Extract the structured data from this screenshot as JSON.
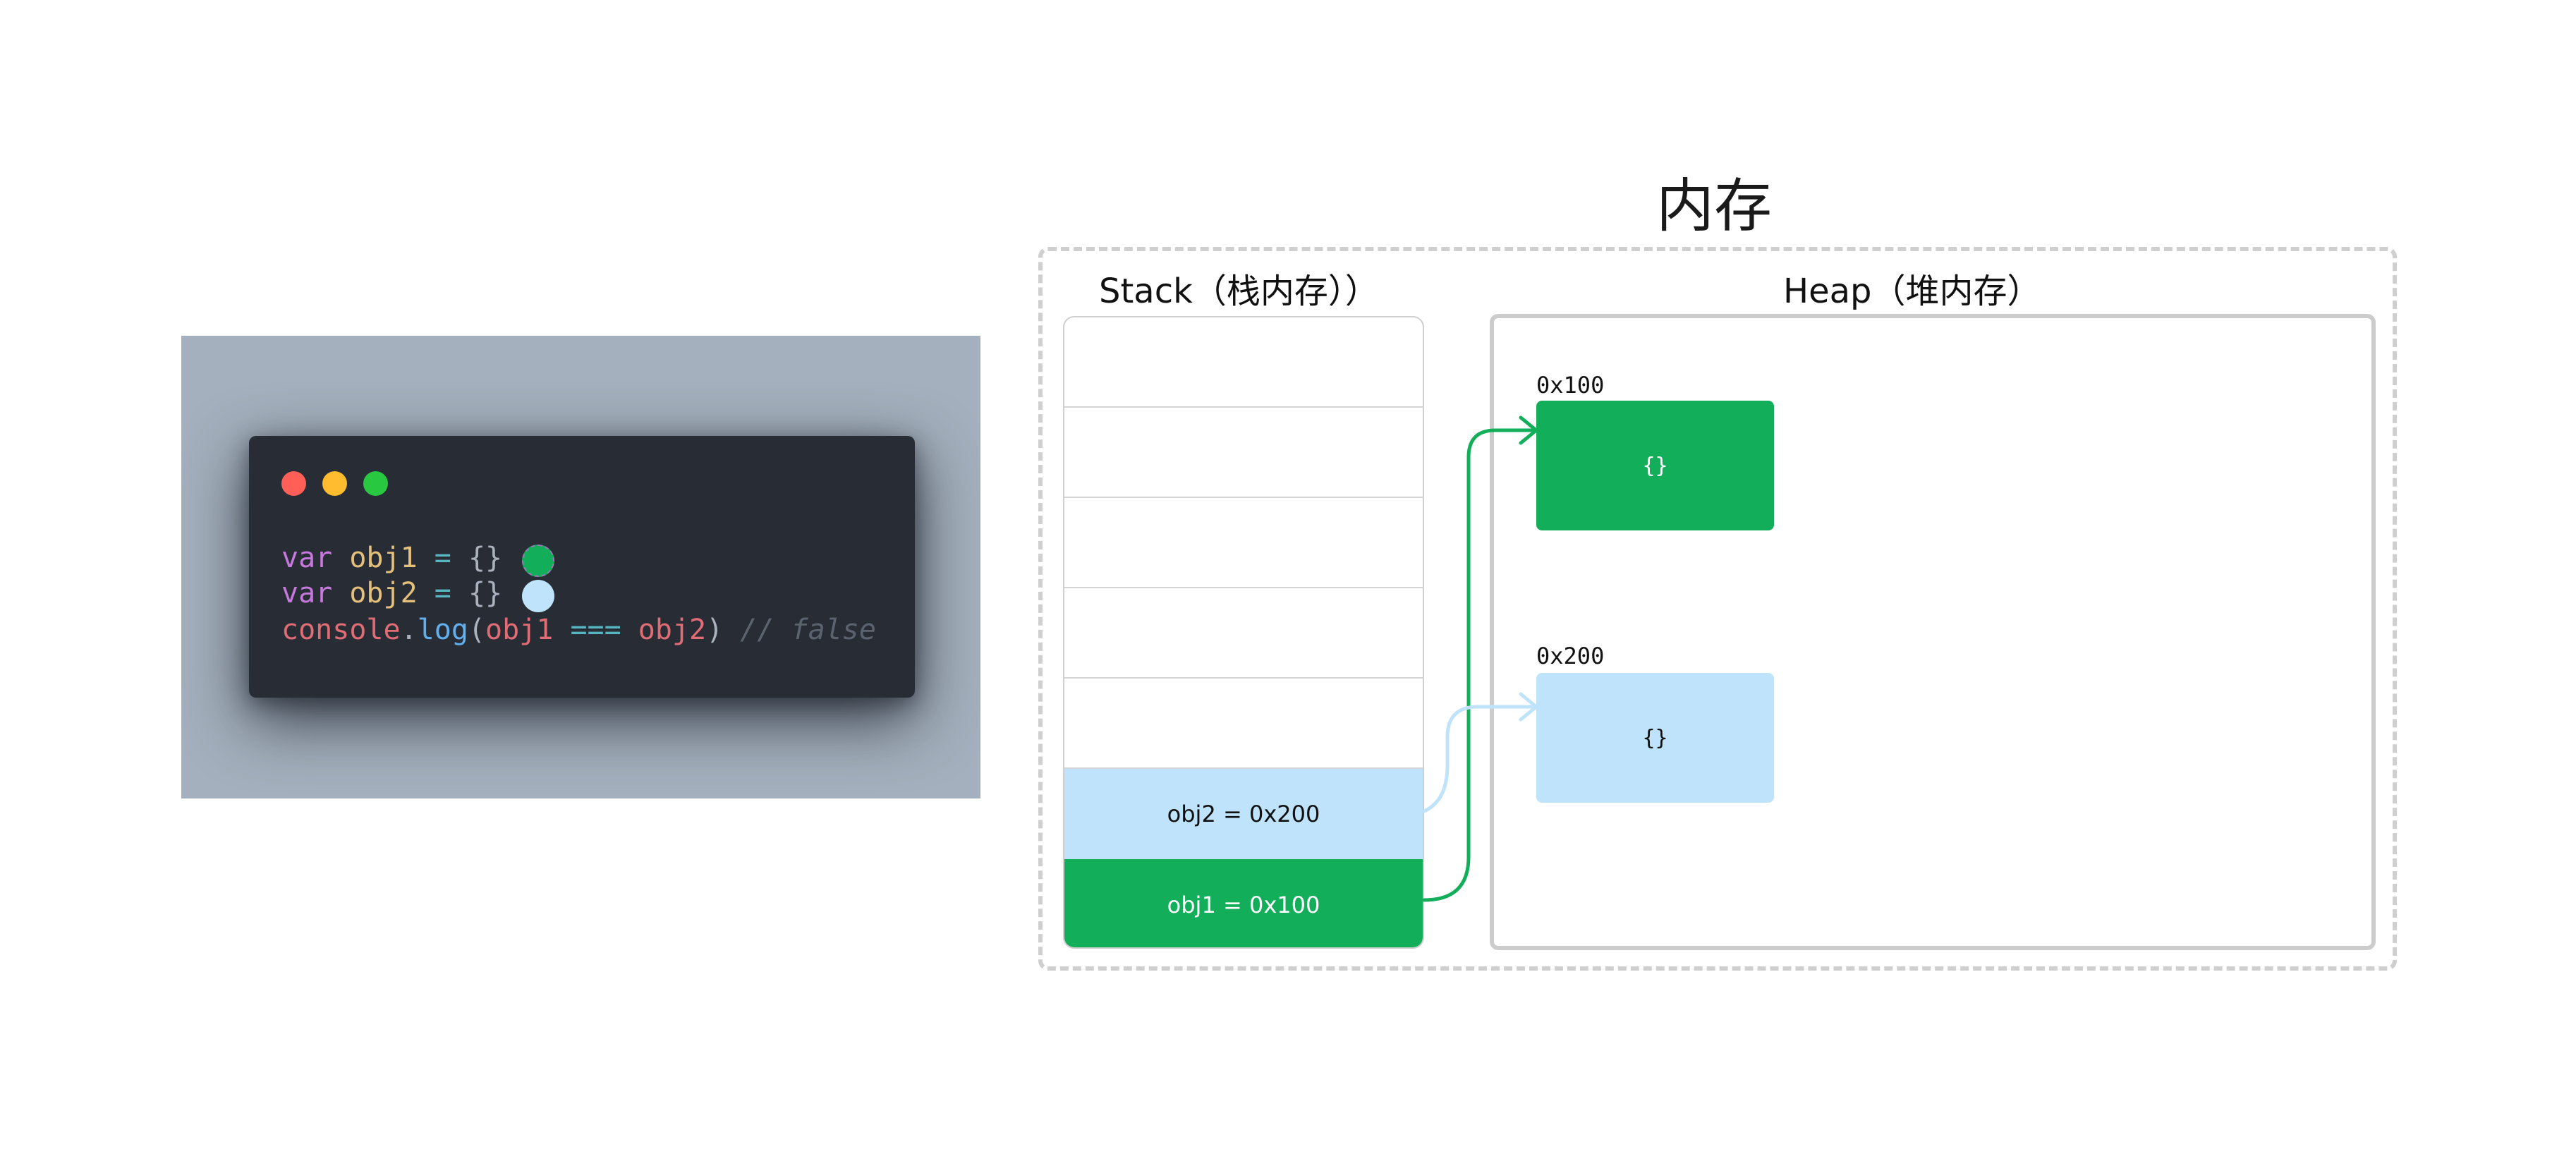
{
  "code": {
    "window_dots": [
      "#ff5f57",
      "#febc2e",
      "#28c840"
    ],
    "line1": {
      "kw": "var",
      "name": "obj1",
      "eq": "=",
      "value": "{}"
    },
    "line2": {
      "kw": "var",
      "name": "obj2",
      "eq": "=",
      "value": "{}"
    },
    "line3": {
      "obj": "console",
      "dot": ".",
      "fn": "log",
      "open": "(",
      "a": "obj1",
      "op": "===",
      "b": "obj2",
      "close": ")",
      "comment": "// false"
    },
    "marker_colors": [
      "#13ae5a",
      "#bfe3fb"
    ]
  },
  "memory": {
    "title": "内存",
    "stack_label": "Stack（栈内存））",
    "heap_label": "Heap（堆内存）",
    "stack_cells": [
      {
        "text": ""
      },
      {
        "text": ""
      },
      {
        "text": ""
      },
      {
        "text": ""
      },
      {
        "text": ""
      },
      {
        "text": "obj2 = 0x200"
      },
      {
        "text": "obj1 = 0x100"
      }
    ],
    "heap_objects": [
      {
        "address": "0x100",
        "content": "{}"
      },
      {
        "address": "0x200",
        "content": "{}"
      }
    ],
    "colors": {
      "green": "#13ae5a",
      "light_blue": "#bfe3fb",
      "border_gray": "#cfcfcf"
    }
  }
}
